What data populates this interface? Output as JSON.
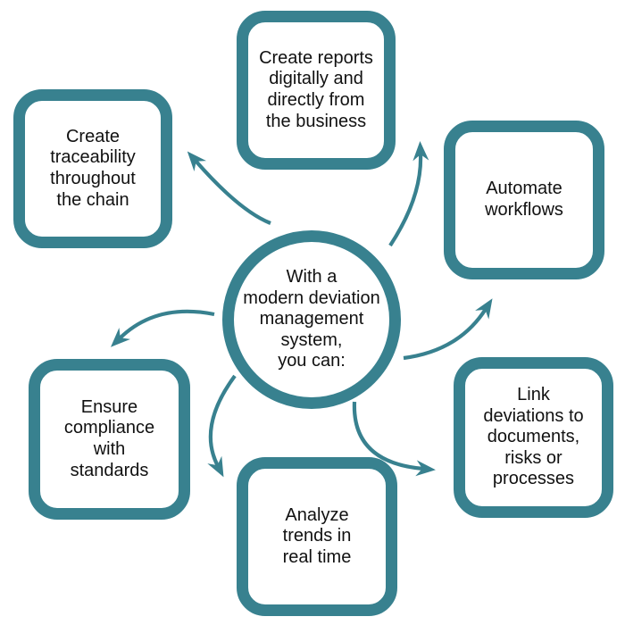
{
  "diagram": {
    "colors": {
      "accent": "#38818F",
      "text": "#111111",
      "background": "#FFFFFF"
    },
    "center": {
      "label": "With a modern deviation management system, you can:",
      "lines": [
        "With a",
        "modern deviation",
        "management",
        "system,",
        "you can:"
      ]
    },
    "nodes": [
      {
        "id": "create-reports",
        "label": "Create reports digitally and directly from the business",
        "lines": [
          "Create reports",
          "digitally and",
          "directly from",
          "the business"
        ]
      },
      {
        "id": "automate-workflows",
        "label": "Automate workflows",
        "lines": [
          "Automate",
          "workflows"
        ]
      },
      {
        "id": "link-deviations",
        "label": "Link deviations to documents, risks or processes",
        "lines": [
          "Link",
          "deviations to",
          "documents,",
          "risks or",
          "processes"
        ]
      },
      {
        "id": "analyze-trends",
        "label": "Analyze trends in real time",
        "lines": [
          "Analyze",
          "trends in",
          "real time"
        ]
      },
      {
        "id": "ensure-compliance",
        "label": "Ensure compliance with standards",
        "lines": [
          "Ensure",
          "compliance",
          "with",
          "standards"
        ]
      },
      {
        "id": "create-traceability",
        "label": "Create traceability throughout the chain",
        "lines": [
          "Create",
          "traceability",
          "throughout",
          "the chain"
        ]
      }
    ],
    "arrows": [
      {
        "from": "center",
        "to": "create-traceability"
      },
      {
        "from": "center",
        "to": "create-reports"
      },
      {
        "from": "center",
        "to": "automate-workflows"
      },
      {
        "from": "center",
        "to": "link-deviations"
      },
      {
        "from": "center",
        "to": "analyze-trends"
      },
      {
        "from": "center",
        "to": "ensure-compliance"
      }
    ]
  }
}
